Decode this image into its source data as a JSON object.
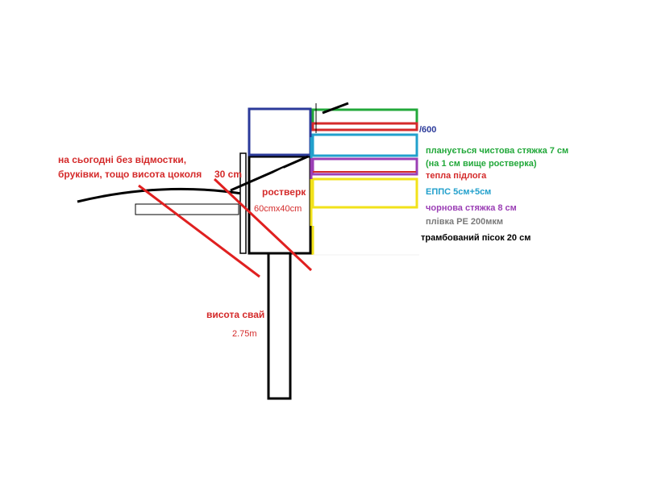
{
  "labels": {
    "no_blind_area_line1": "на сьогодні без відмостки,",
    "no_blind_area_line2": "бруківки, тощо висота цоколя",
    "plinth_height": "30 cm",
    "grillage": "ростверк",
    "grillage_size": "60cmx40cm",
    "pile_height": "висота свай",
    "pile_height_value": "2.75m",
    "level_mark": "/600"
  },
  "layers": [
    {
      "label": "планується чистова стяжка 7 см",
      "color": "#22a83a"
    },
    {
      "label": "(на 1 см вище ростверка)",
      "color": "#22a83a"
    },
    {
      "label": "тепла підлога",
      "color": "#d42a2a"
    },
    {
      "label": "ЕППС 5см+5см",
      "color": "#22a0cc"
    },
    {
      "label": "чорнова стяжка 8 см",
      "color": "#9b3fb5"
    },
    {
      "label": "плівка PE 200мкм",
      "color": "#7a7a7a"
    },
    {
      "label": "трамбований пісок 20 см",
      "color": "#000000"
    }
  ],
  "colors": {
    "red": "#d42a2a",
    "blue": "#2b3a9a",
    "green": "#22a83a",
    "cyan": "#22a0cc",
    "purple": "#9b3fb5",
    "yellow": "#f2e21a",
    "black": "#000000",
    "gray": "#7a7a7a"
  }
}
